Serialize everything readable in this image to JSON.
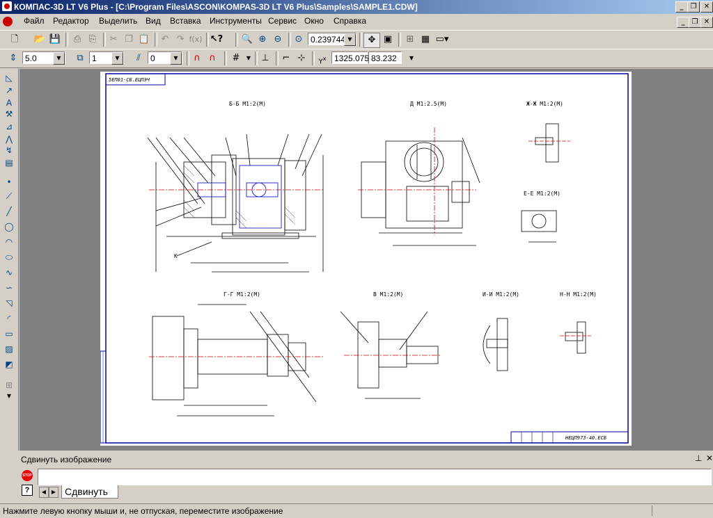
{
  "window": {
    "title": "КОМПАС-3D LT V6 Plus - [C:\\Program Files\\ASCON\\KOMPAS-3D LT V6 Plus\\Samples\\SAMPLE1.CDW]"
  },
  "menu": [
    "Файл",
    "Редактор",
    "Выделить",
    "Вид",
    "Вставка",
    "Инструменты",
    "Сервис",
    "Окно",
    "Справка"
  ],
  "toolbar": {
    "zoom_value": "0.239744"
  },
  "params": {
    "step": "5.0",
    "layer": "1",
    "style": "0",
    "coord_x": "1325.075",
    "coord_y": "83.232"
  },
  "drawing": {
    "stamp_top": "5ЕП01-СБ.ЕЦПЭЧ",
    "sections": [
      "Б-Б  М1:2(М)",
      "Д  М1:2.5(М)",
      "Ж-Ж  М1:2(М)",
      "Е-Е  М1:2(М)",
      "Г-Г  М1:2(М)",
      "В  М1:2(М)",
      "И-И  М1:2(М)",
      "Н-Н  М1:2(М)"
    ],
    "title_block": "НЕЦП973-40.ЕСБ",
    "letter_k": "К"
  },
  "panel": {
    "title": "Сдвинуть изображение",
    "stop_label": "STOP",
    "help_label": "?",
    "tab_label": "Сдвинуть"
  },
  "status": {
    "text": "Нажмите левую кнопку мыши и, не отпуская, переместите изображение"
  }
}
